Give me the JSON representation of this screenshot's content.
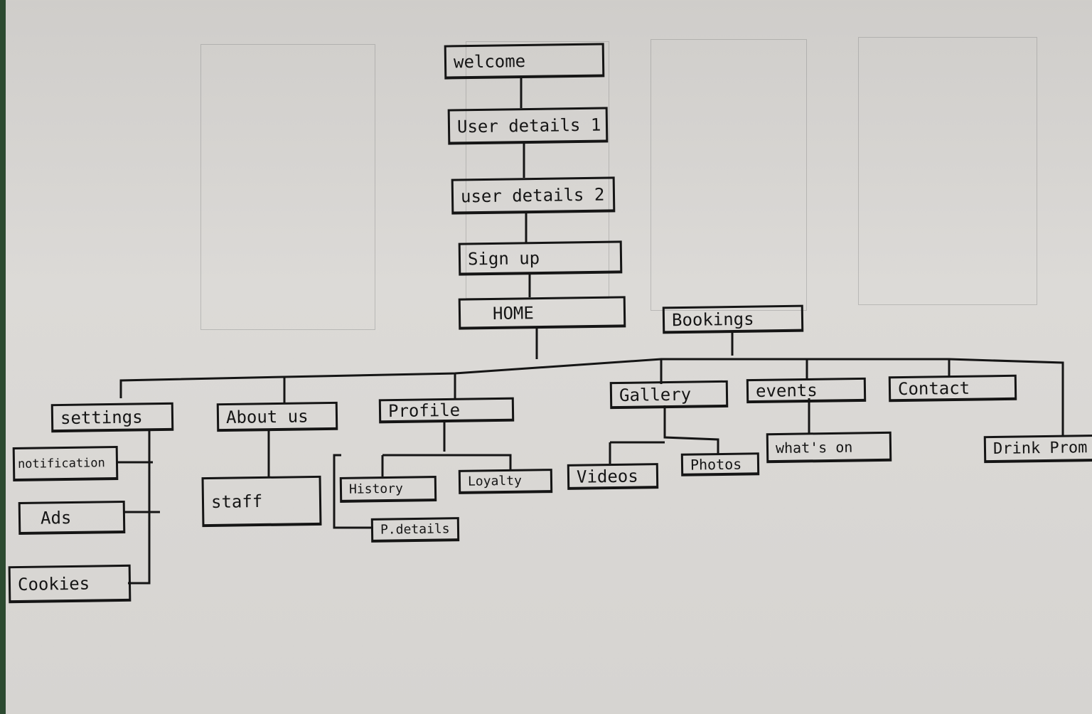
{
  "diagram": {
    "flow": [
      "welcome",
      "User details 1",
      "user details 2",
      "Sign up",
      "HOME"
    ],
    "bookings": "Bookings",
    "sections": {
      "settings": {
        "label": "settings",
        "children": [
          "notification",
          "Ads",
          "Cookies"
        ]
      },
      "about": {
        "label": "About us",
        "children": [
          "staff"
        ]
      },
      "profile": {
        "label": "Profile",
        "children": [
          "History",
          "Loyalty",
          "P.details"
        ]
      },
      "gallery": {
        "label": "Gallery",
        "children": [
          "Videos",
          "Photos"
        ]
      },
      "events": {
        "label": "events",
        "children": [
          "what's on"
        ]
      },
      "contact": {
        "label": "Contact",
        "children": []
      },
      "drinks": {
        "label": "Drink Prom"
      }
    }
  }
}
